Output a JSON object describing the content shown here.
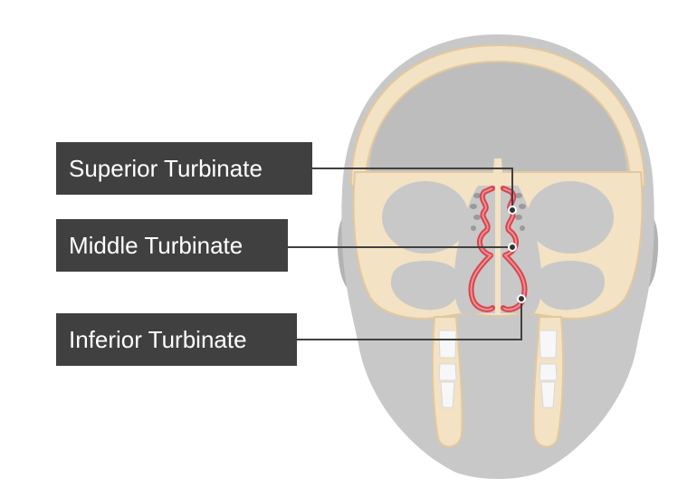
{
  "labels": {
    "superior": "Superior Turbinate",
    "middle": "Middle Turbinate",
    "inferior": "Inferior Turbinate"
  },
  "colors": {
    "head": "#c8c8c8",
    "head_shadow": "#a9a9a9",
    "bone": "#f3e2c3",
    "bone_edge": "#e2c89e",
    "mucosa": "#d9444f",
    "mucosa_light": "#ee8f8f",
    "label_bg": "#404040",
    "leader": "#404040",
    "tooth": "#f7f7f7"
  }
}
